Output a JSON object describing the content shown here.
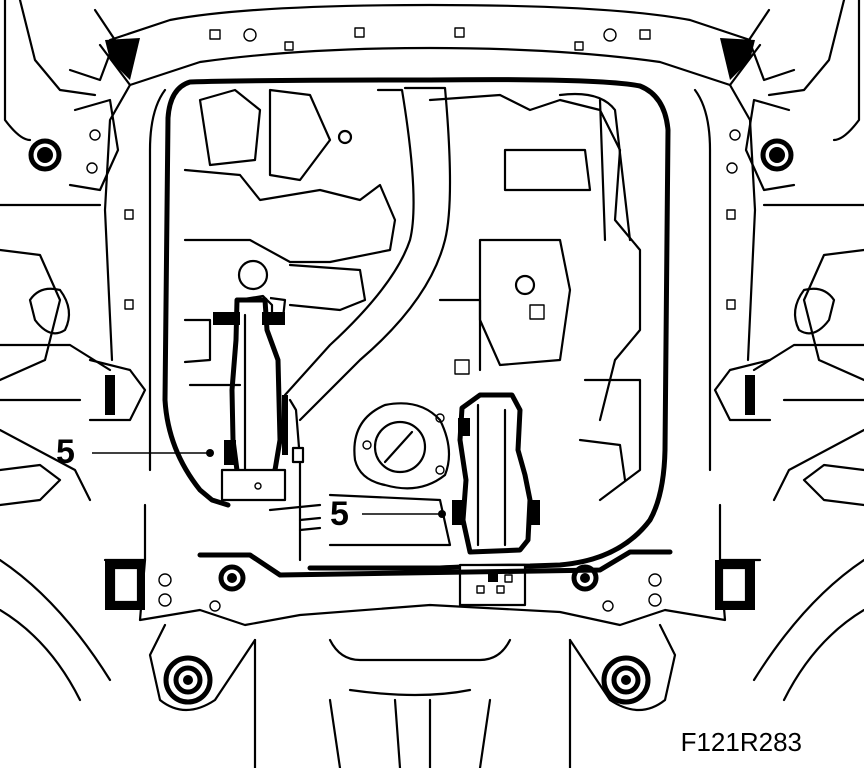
{
  "callouts": [
    {
      "label": "5"
    },
    {
      "label": "5"
    }
  ],
  "figure_id": "F121R283",
  "colors": {
    "line": "#000000",
    "background": "#ffffff"
  }
}
